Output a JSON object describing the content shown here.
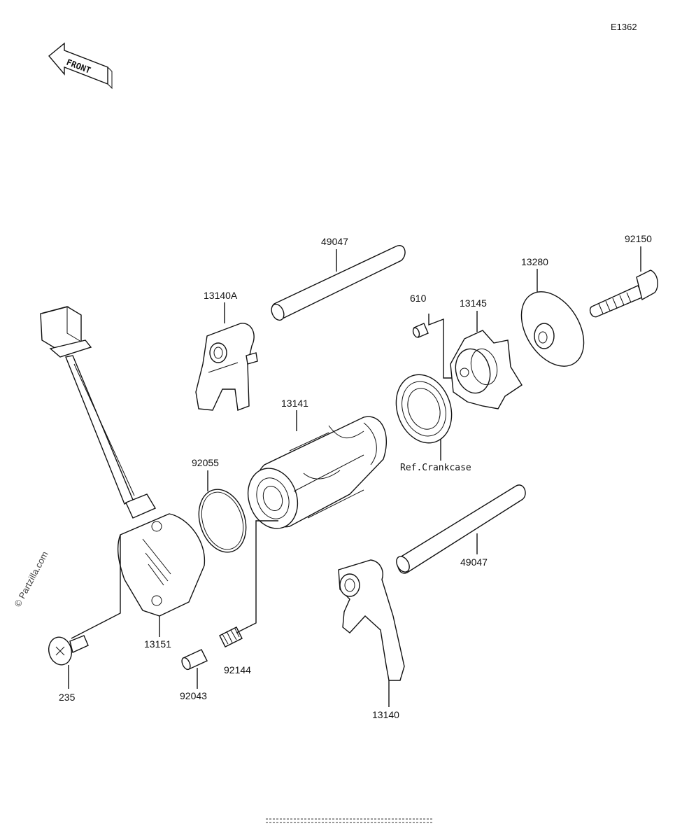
{
  "diagram_code": "E1362",
  "front_label": "FRONT",
  "watermark": "© Partzilla.com",
  "labels": {
    "p49047_top": "49047",
    "p92150": "92150",
    "p13280": "13280",
    "p13140A": "13140A",
    "p610": "610",
    "p13145": "13145",
    "p13141": "13141",
    "p92055": "92055",
    "ref_crankcase": "Ref.Crankcase",
    "p49047_bottom": "49047",
    "p13151": "13151",
    "p92144": "92144",
    "p92043": "92043",
    "p235": "235",
    "p13140": "13140"
  }
}
